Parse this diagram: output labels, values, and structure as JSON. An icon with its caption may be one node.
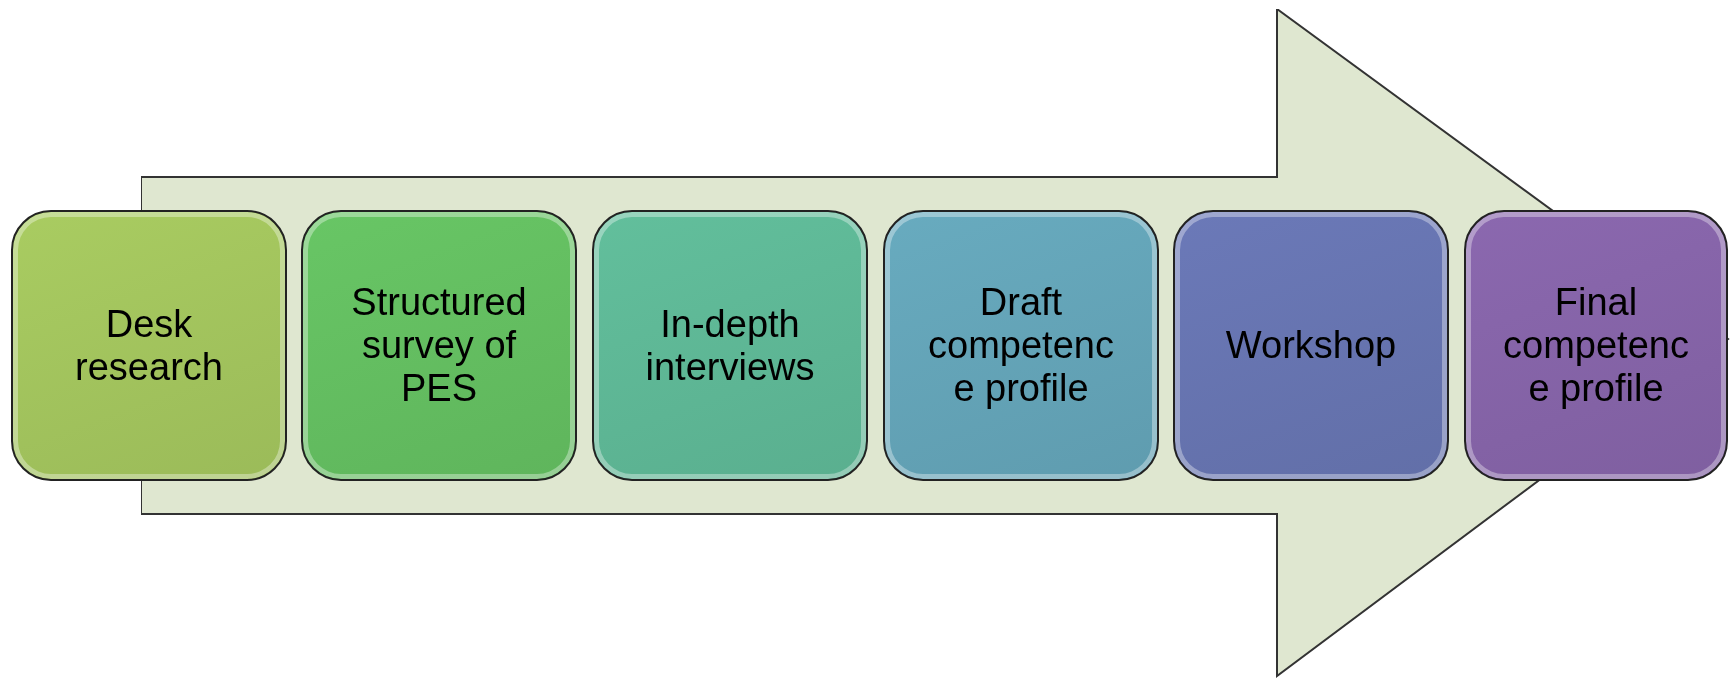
{
  "diagram": {
    "nodes": [
      {
        "text": [],
        "shape": "arrow"
      },
      {
        "text": [
          "Desk research"
        ]
      },
      {
        "text": [
          "Structured survey of PES"
        ],
        "in": 0
      },
      {
        "text": [
          "In-depth interviews"
        ],
        "in": 0
      },
      {
        "text": [
          "Draft competenc e profile"
        ],
        "in": 0
      },
      {
        "text": [
          "Workshop"
        ],
        "in": 0
      },
      {
        "text": [
          "Final competenc e profile"
        ],
        "in": 0
      }
    ]
  }
}
